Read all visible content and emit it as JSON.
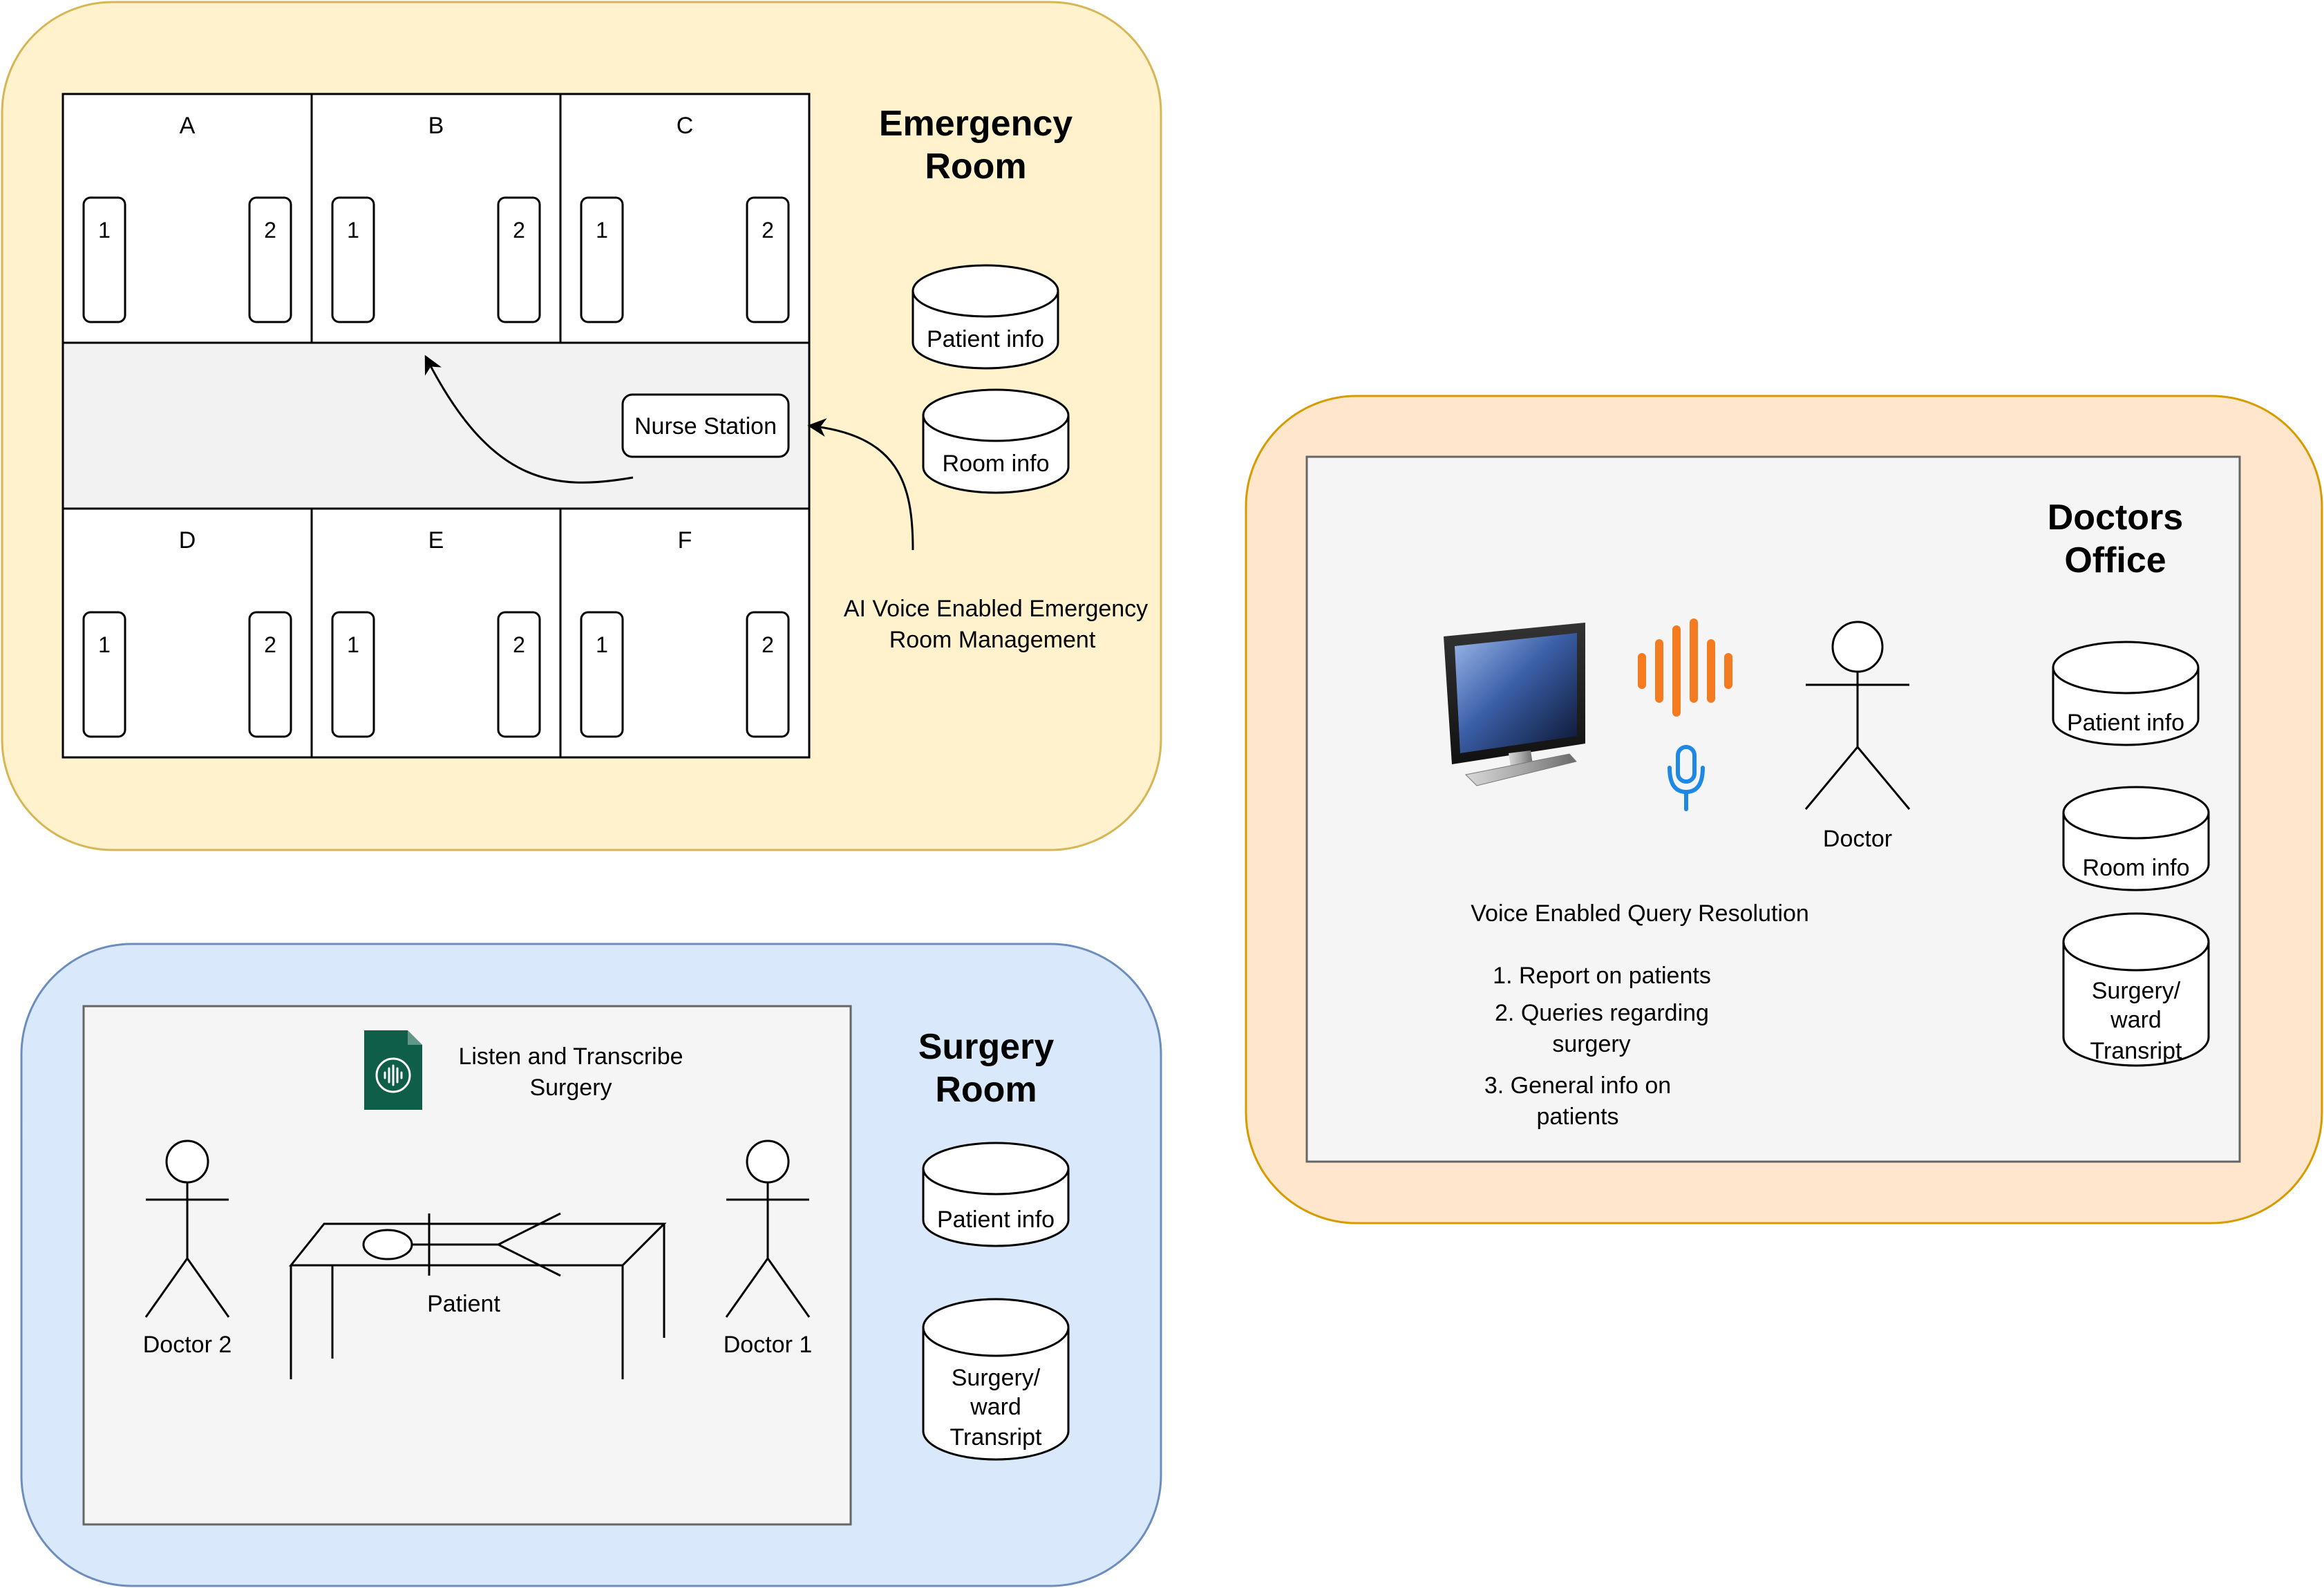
{
  "colors": {
    "emergency_fill": "#fff2cc",
    "emergency_stroke": "#d6b656",
    "surgery_fill": "#dae8fc",
    "surgery_stroke": "#6c8ebf",
    "office_fill": "#ffe6cc",
    "office_stroke": "#d79b00",
    "panel_fill": "#f5f5f5",
    "panel_stroke": "#666666",
    "wave_color": "#f47b20",
    "mic_color": "#1e88e5",
    "transcribe_icon_color": "#0f5e49"
  },
  "emergency_room": {
    "title_line1": "Emergency",
    "title_line2": "Room",
    "rooms_top": [
      "A",
      "B",
      "C"
    ],
    "rooms_bottom": [
      "D",
      "E",
      "F"
    ],
    "bed_1": "1",
    "bed_2": "2",
    "nurse_station": "Nurse Station",
    "db_patient": "Patient info",
    "db_room": "Room info",
    "ai_label_line1": "AI Voice Enabled Emergency",
    "ai_label_line2": "Room Management"
  },
  "surgery_room": {
    "title_line1": "Surgery",
    "title_line2": "Room",
    "transcribe_line1": "Listen and Transcribe",
    "transcribe_line2": "Surgery",
    "doctor_left": "Doctor 2",
    "doctor_right": "Doctor 1",
    "patient": "Patient",
    "db_patient": "Patient info",
    "db_transcript_line1": "Surgery/",
    "db_transcript_line2": "ward",
    "db_transcript_line3": "Transript",
    "transcribe_icon": "audio-file-icon"
  },
  "doctors_office": {
    "title_line1": "Doctors",
    "title_line2": "Office",
    "monitor_icon": "monitor-icon",
    "wave_icon": "sound-wave-icon",
    "mic_icon": "microphone-icon",
    "doctor": "Doctor",
    "query_title": "Voice Enabled Query Resolution",
    "item1": "1. Report on patients",
    "item2_line1": "2. Queries regarding",
    "item2_line2": "surgery",
    "item3_line1": "3. General info on",
    "item3_line2": "patients",
    "db_patient": "Patient info",
    "db_room": "Room info",
    "db_transcript_line1": "Surgery/",
    "db_transcript_line2": "ward",
    "db_transcript_line3": "Transript"
  }
}
